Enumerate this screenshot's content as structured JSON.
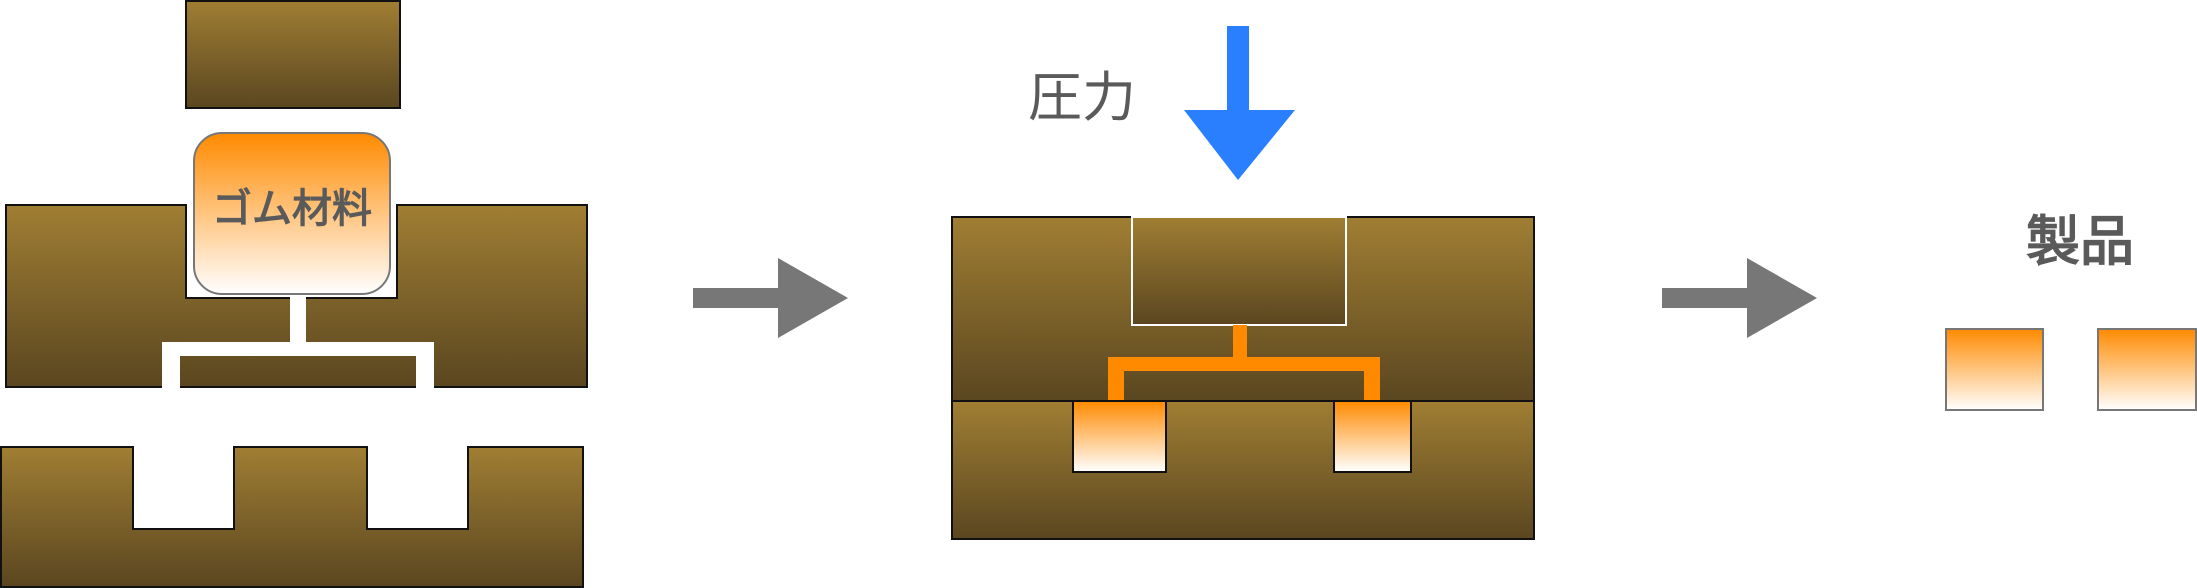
{
  "labels": {
    "material": "ゴム材料",
    "pressure": "圧力",
    "product": "製品"
  },
  "colors": {
    "mold_top": "#a07e33",
    "mold_bottom": "#5a4620",
    "rubber_top": "#ff8a00",
    "rubber_bottom": "#ffffff",
    "arrow_gray": "#777777",
    "pressure_arrow": "#2a7fff",
    "label_text": "#5a5a5a"
  }
}
